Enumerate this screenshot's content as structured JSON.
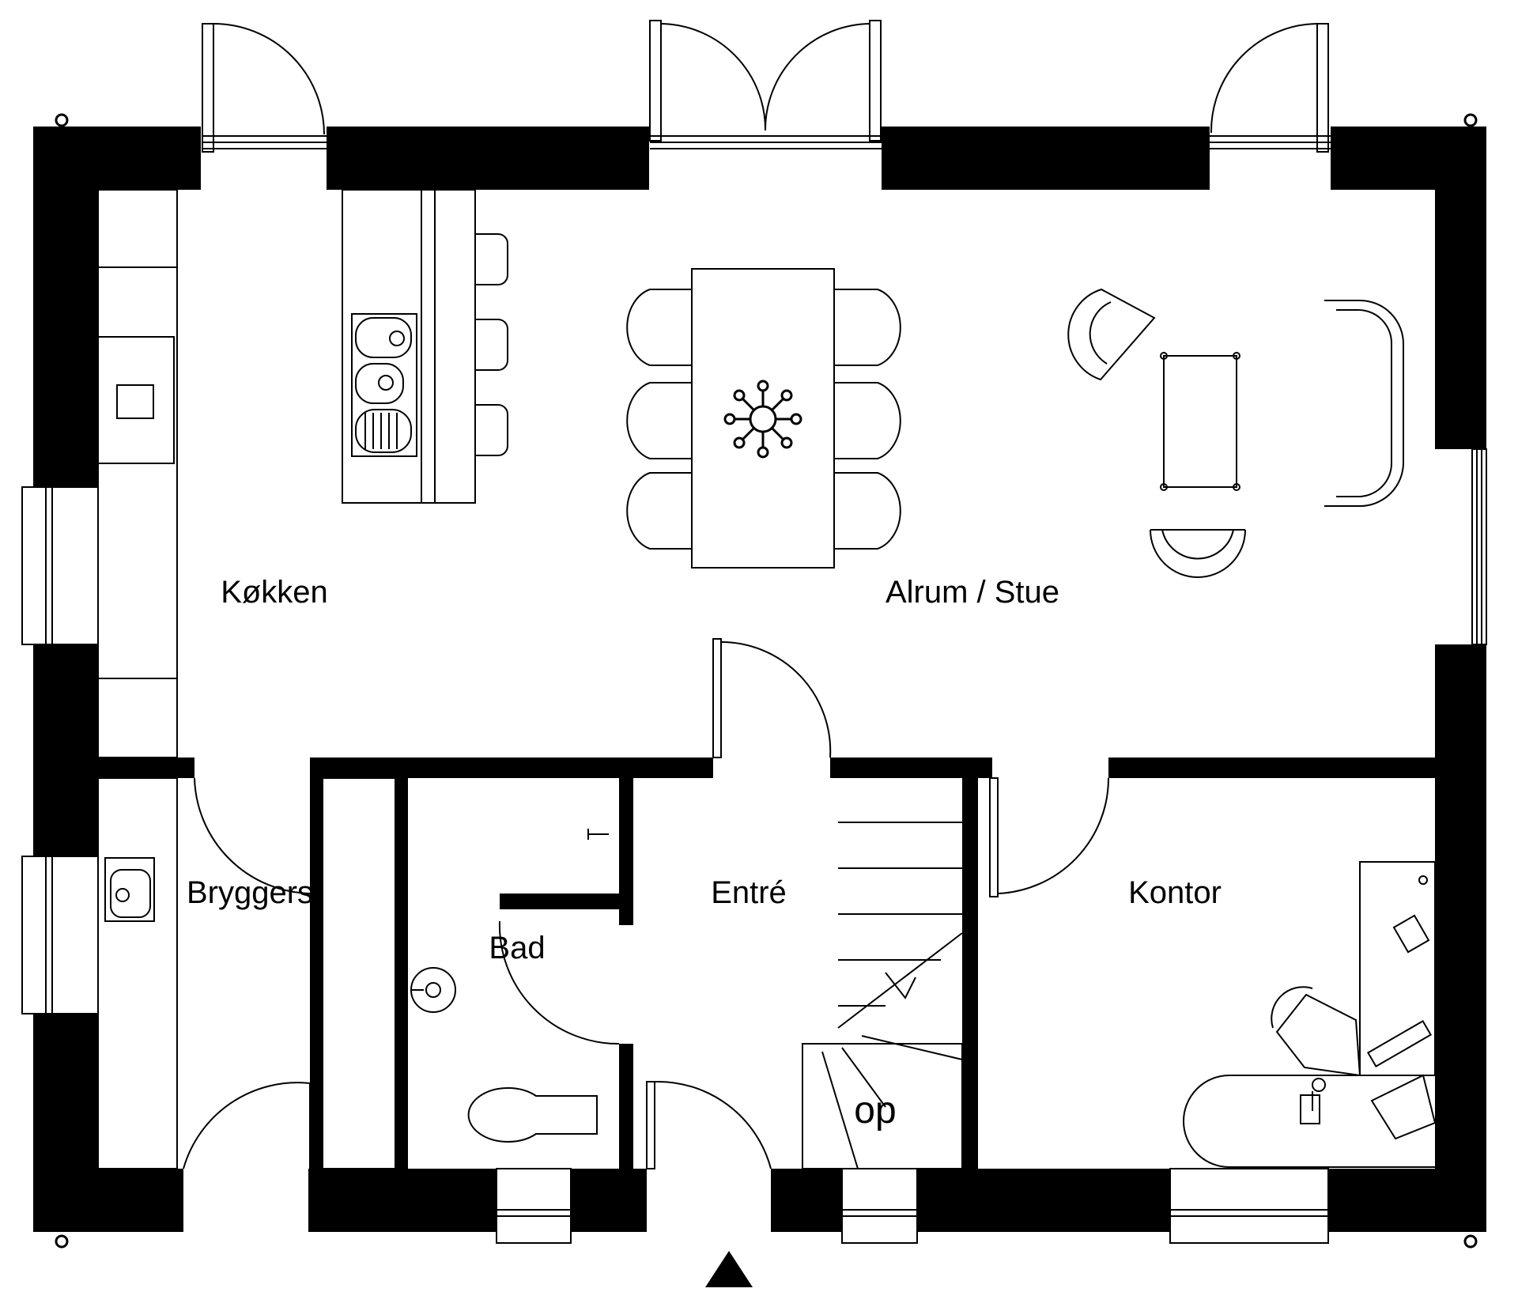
{
  "rooms": {
    "kitchen": "Køkken",
    "living": "Alrum / Stue",
    "utility": "Bryggers",
    "bath": "Bad",
    "entrance": "Entré",
    "office": "Kontor",
    "stairs_up": "op"
  },
  "colors": {
    "wall": "#000000",
    "line": "#000000",
    "background": "#ffffff"
  },
  "icons": [
    "entrance-arrow-icon",
    "chandelier-icon",
    "sink-icon",
    "toilet-icon",
    "phone-icon"
  ]
}
